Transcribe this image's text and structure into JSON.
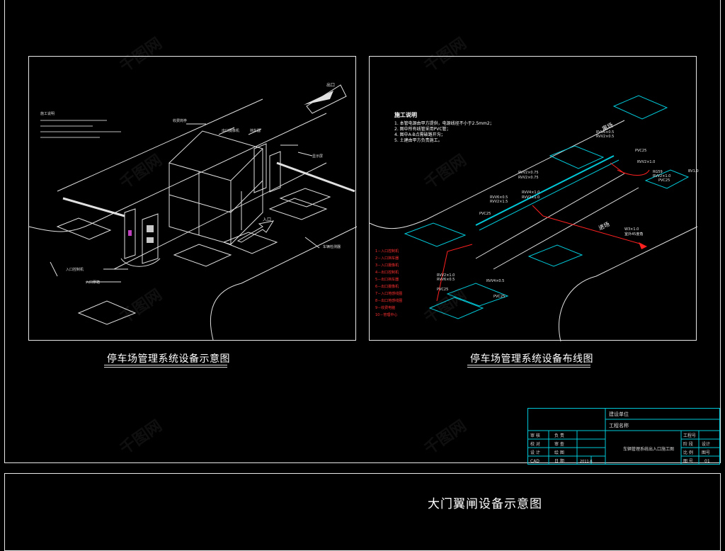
{
  "captions": {
    "left": "停车场管理系统设备示意图",
    "right": "停车场管理系统设备布线图",
    "bottom": "大门翼闸设备示意图"
  },
  "left_panel": {
    "exit_label": "出口",
    "entrance_label": "入口",
    "booth_label": "收费岗亭",
    "label_exit_camera": "出口摄像机",
    "label_barrier": "挡车器",
    "label_display": "显示屏",
    "label_loop": "车辆检测器",
    "label_entry_machine": "入口控制机",
    "label_ticket": "入口票箱",
    "notes_title": "施工说明",
    "notes": [
      "1.",
      "2.",
      "3.",
      "4."
    ]
  },
  "right_panel": {
    "notes_title": "施工说明",
    "notes": [
      "1. 本管电源由甲方提供，电源线径不小于2.5mm2；",
      "2. 图中所有线管采用PVC管；",
      "4. 图中A-B点需破路开沟；",
      "5. 土建由甲方负责施工。"
    ],
    "exit_word": "离场",
    "enter_word": "进场",
    "legend": [
      "1－入口控制机",
      "2－入口挡车器",
      "3－入口摄像机",
      "4－出口控制机",
      "5－出口挡车器",
      "6－出口摄像机",
      "7－入口地感线圈",
      "8－出口地感线圈",
      "9－收费电脑",
      "10－管理中心"
    ],
    "cable_labels": [
      "RVV6×0.5",
      "RVV2×0.5",
      "PVC25",
      "RVV2×1.0",
      "RG59",
      "RVV2×1.0",
      "PVC25",
      "RVV2×0.75",
      "RVV2×0.75",
      "RVV4×1.0",
      "RVV2×1.0",
      "RVV6×0.5",
      "RVV2×1.5",
      "PVC25",
      "RVV2×1.0",
      "RVV6×0.5",
      "PVC25",
      "RVV4×0.5",
      "PVC25",
      "BV1.0",
      "W3×1.0",
      "室外45度角"
    ],
    "pvc_bottom_left": "PVC25",
    "pvc_bottom_right": "PVC25"
  },
  "title_block": {
    "row1": "建设单位",
    "row2": "工程名称",
    "drawing_title": "车辆管理系统出入口施工图",
    "cells": [
      "审 核",
      "负 责",
      "校 对",
      "审 查",
      "设 计",
      "绘 图",
      "CAD",
      "日 期",
      "2011-6",
      "工程号",
      "阶 段",
      "设计",
      "比 例",
      "图号",
      "图 号",
      "01"
    ]
  },
  "watermark": "千图网"
}
